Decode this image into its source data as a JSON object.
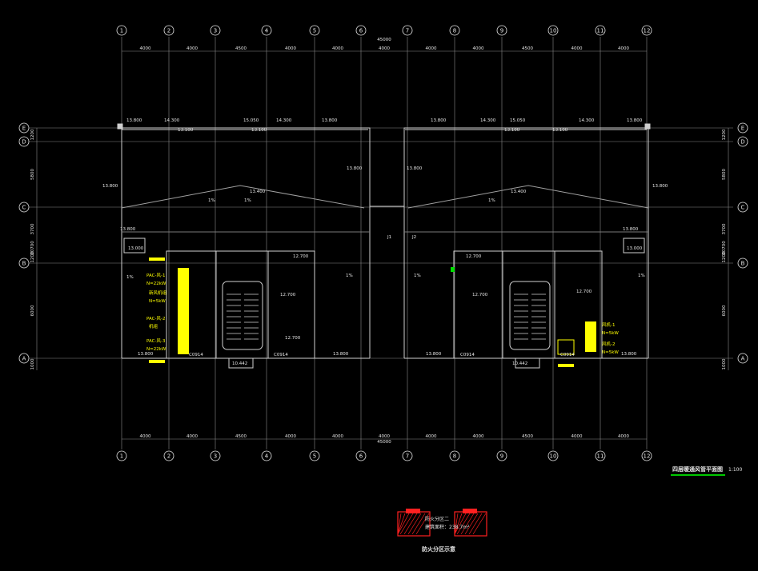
{
  "colors": {
    "background": "#000000",
    "linework": "#cfcfcf",
    "grid": "#8a8a8a",
    "text": "#e6e6e6",
    "equipment": "#ffff00",
    "title_underline": "#00c800",
    "hatch": "#ff2020",
    "marker": "#00e000"
  },
  "axes": {
    "columns": [
      "1",
      "2",
      "3",
      "4",
      "5",
      "6",
      "7",
      "8",
      "9",
      "10",
      "11",
      "12"
    ],
    "rows": [
      "A",
      "B",
      "C",
      "D",
      "E"
    ]
  },
  "dimensions": {
    "top_spans": [
      "4000",
      "4000",
      "4500",
      "4000",
      "4000",
      "4000",
      "4000",
      "4000",
      "4500",
      "4000",
      "4000"
    ],
    "bottom_spans": [
      "4000",
      "4000",
      "4500",
      "4000",
      "4000",
      "4000",
      "4000",
      "4000",
      "4500",
      "4000",
      "4000"
    ],
    "overall": "45000",
    "left_spans": [
      "1000",
      "6000",
      "1200",
      "3700",
      "5800",
      "1200"
    ],
    "right_spans": [
      "1000",
      "6000",
      "1200",
      "3700",
      "5800",
      "1200"
    ],
    "left_total": "20700",
    "right_total": "20700"
  },
  "elevations": {
    "top_left": [
      "13.800",
      "14.300",
      "15.050",
      "14.300",
      "13.800"
    ],
    "top_right": [
      "13.800",
      "14.300",
      "15.050",
      "14.300",
      "13.800"
    ],
    "sub_top": [
      "13.100",
      "13.100",
      "13.100",
      "13.100"
    ],
    "mid": [
      "13.800",
      "13.400",
      "13.800",
      "13.400",
      "13.800",
      "13.800"
    ],
    "core_left": [
      "12.700",
      "12.700",
      "12.700"
    ],
    "core_right": [
      "12.700",
      "12.700",
      "12.700"
    ],
    "bottom_left": [
      "13.800",
      "13.800"
    ],
    "bottom_right": [
      "13.800",
      "13.800"
    ],
    "corners": [
      "13.800",
      "13.800",
      "13.000",
      "13.000"
    ]
  },
  "labels": {
    "slope": "1%",
    "window_a": "C0914",
    "window_b": "C0914",
    "entrance": "10.442",
    "ref_a": "J1",
    "ref_b": "J2"
  },
  "equipment": {
    "left_units": [
      "PAC-风-1",
      "PAC-风-2",
      "PAC-风-3"
    ],
    "left_notes": [
      "N=22kW",
      "N=5kW",
      "N=22kW"
    ],
    "left_small": [
      "新风机组",
      "机组"
    ],
    "right_units": [
      "风机-1",
      "风机-2"
    ],
    "right_notes": [
      "N=5kW",
      "N=5kW"
    ]
  },
  "drawing": {
    "title": "四层暖通风管平面图",
    "scale": "1:100"
  },
  "legend": {
    "title": "防火分区示意",
    "line1": "防火分区二",
    "line2": "建筑面积：238.7m²"
  }
}
